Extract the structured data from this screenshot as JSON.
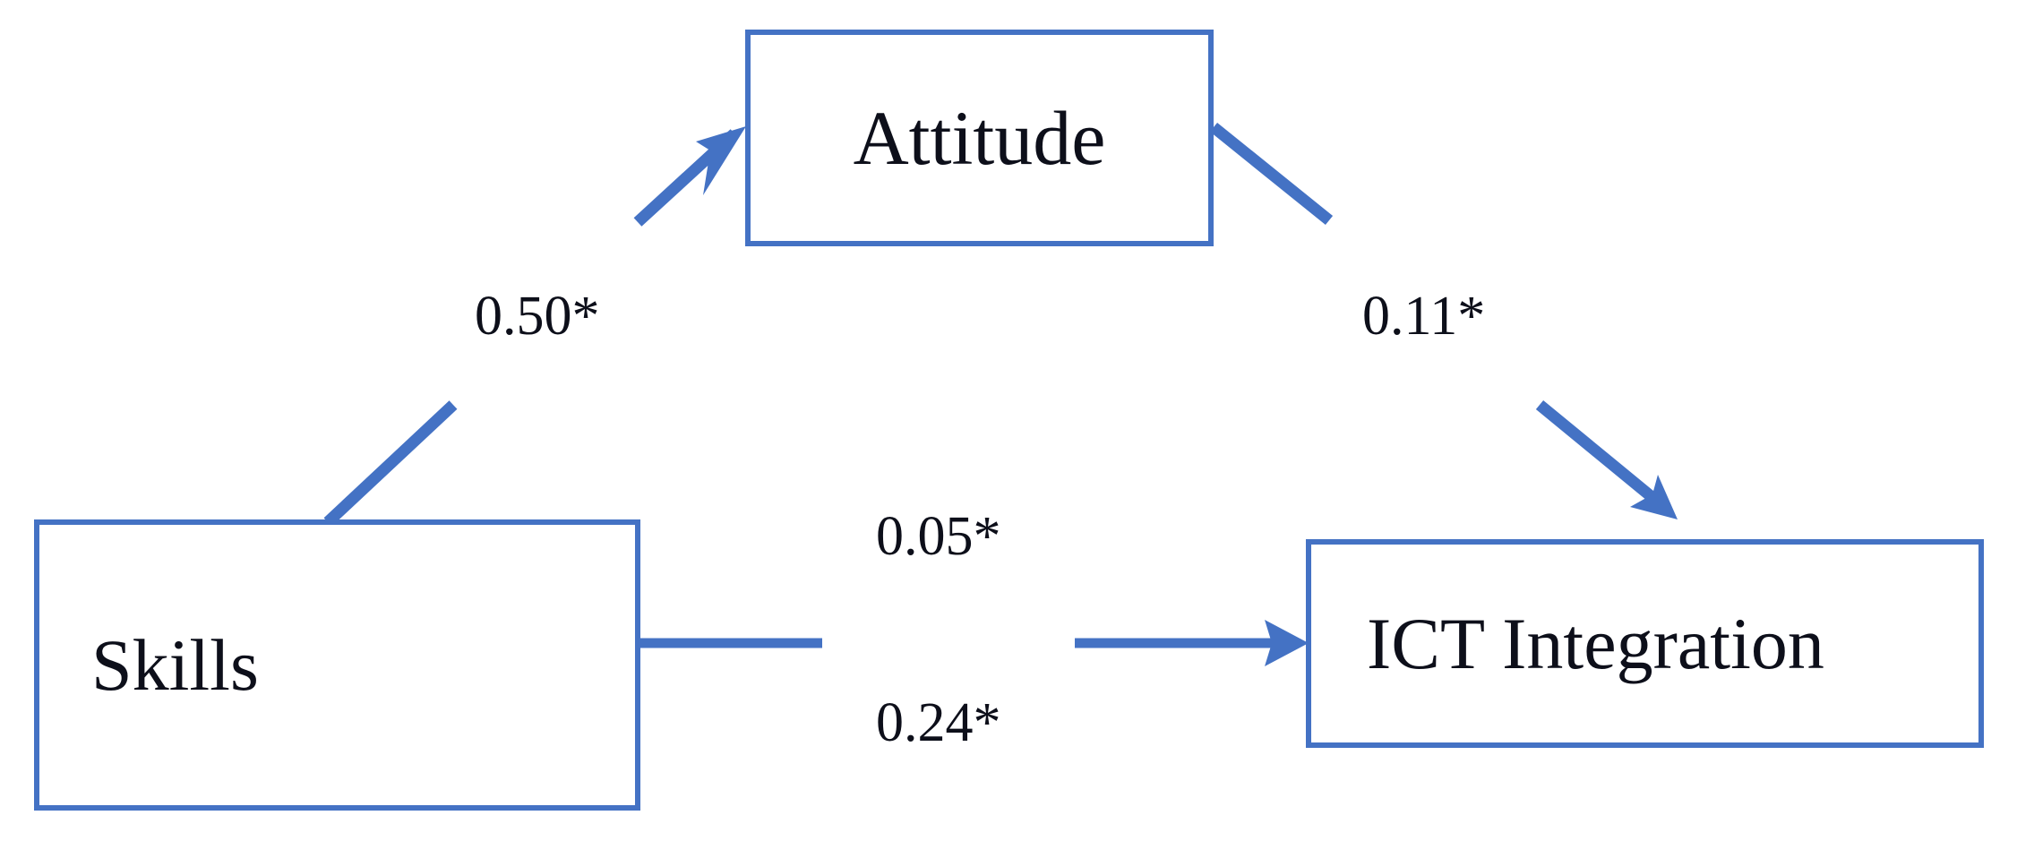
{
  "diagram": {
    "type": "path-diagram",
    "title": "",
    "background_color": "#FFFFFF",
    "accent_color": "#4472C4",
    "text_color": "#0D0F1A",
    "nodes": [
      {
        "id": "attitude",
        "label": "Attitude"
      },
      {
        "id": "skills",
        "label": "Skills"
      },
      {
        "id": "ict",
        "label": "ICT Integration"
      }
    ],
    "edges": [
      {
        "id": "skills-attitude",
        "from": "Skills",
        "to": "Attitude",
        "label": "0.50*"
      },
      {
        "id": "attitude-ict",
        "from": "Attitude",
        "to": "ICT Integration",
        "label": "0.11*"
      },
      {
        "id": "skills-ict-top",
        "from": "Skills",
        "to": "ICT Integration",
        "label": "0.05*"
      },
      {
        "id": "skills-ict-bottom",
        "from": "Skills",
        "to": "ICT Integration",
        "label": "0.24*"
      }
    ]
  },
  "chart_data": {
    "type": "diagram",
    "title": "",
    "nodes": [
      "Skills",
      "Attitude",
      "ICT Integration"
    ],
    "edges": [
      {
        "source": "Skills",
        "target": "Attitude",
        "value": 0.5,
        "label": "0.50*",
        "significant": true
      },
      {
        "source": "Attitude",
        "target": "ICT Integration",
        "value": 0.11,
        "label": "0.11*",
        "significant": true
      },
      {
        "source": "Skills",
        "target": "ICT Integration",
        "value": 0.05,
        "label": "0.05*",
        "significant": true
      },
      {
        "source": "Skills",
        "target": "ICT Integration",
        "value": 0.24,
        "label": "0.24*",
        "significant": true
      }
    ]
  }
}
